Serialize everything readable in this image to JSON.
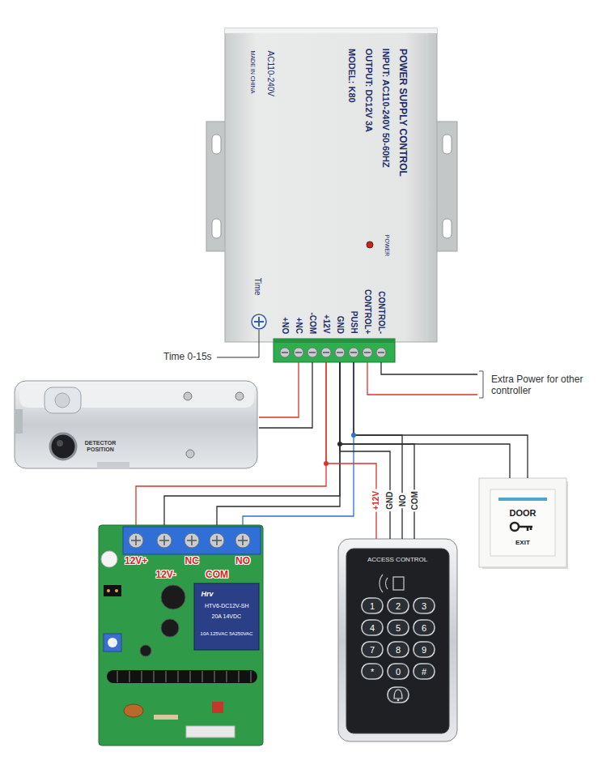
{
  "diagram": {
    "nodes": [
      {
        "text": [
          "POWER SUPPLY CONTROL",
          "INPUT: AC110-240V 50-60HZ",
          "OUTPUT: DC12V 3A",
          "MODEL: K80",
          "AC110-240V",
          "MADE IN CHINA",
          "POWER",
          "Time",
          "CONTROL-",
          "CONTROL+",
          "PUSH",
          "GND",
          "+12V",
          "-COM",
          "+NC",
          "+NO"
        ]
      },
      {
        "text": [
          "DETECTOR POSITION"
        ]
      },
      {
        "text": [
          "DOOR",
          "EXIT"
        ]
      },
      {
        "text": [
          "12V+",
          "12V-",
          "NC",
          "COM",
          "NO",
          "Hrv",
          "HTV6-DC12V-SH",
          "20A 14VDC",
          "10A 125VAC 5A250VAC"
        ]
      },
      {
        "text": [
          "ACCESS CONTROL",
          "1",
          "2",
          "3",
          "4",
          "5",
          "6",
          "7",
          "8",
          "9",
          "*",
          "0",
          "#"
        ]
      }
    ],
    "edges": [
      {
        "from": 0,
        "to": 1,
        "arrow": "none"
      },
      {
        "from": 0,
        "to": 1,
        "arrow": "none"
      },
      {
        "from": 0,
        "to": 2,
        "arrow": "none"
      },
      {
        "from": 0,
        "to": 2,
        "arrow": "none"
      },
      {
        "from": 0,
        "to": 3,
        "arrow": "none"
      },
      {
        "from": 0,
        "to": 3,
        "arrow": "none"
      },
      {
        "from": 0,
        "to": 3,
        "arrow": "none"
      },
      {
        "from": 0,
        "to": 3,
        "arrow": "none"
      },
      {
        "from": 0,
        "to": 4,
        "label": "+12V",
        "arrow": "none"
      },
      {
        "from": 0,
        "to": 4,
        "label": "GND",
        "arrow": "none"
      },
      {
        "from": 0,
        "to": 4,
        "label": "NO",
        "arrow": "none"
      },
      {
        "from": 0,
        "to": 4,
        "label": "COM",
        "arrow": "none"
      }
    ],
    "labels": [
      "Time 0-15s",
      "Extra Power for other controller"
    ]
  }
}
